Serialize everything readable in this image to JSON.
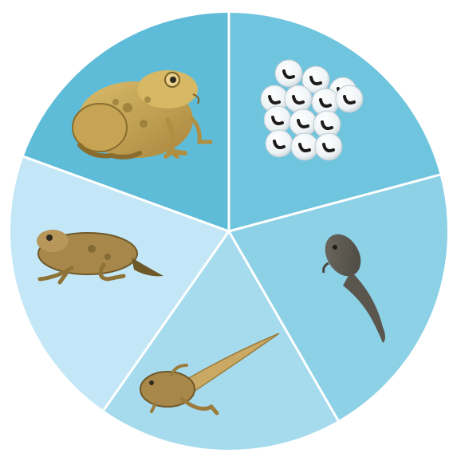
{
  "diagram": {
    "kind": "life-cycle-wheel",
    "segment_count": 5,
    "stages": [
      {
        "id": "adult-frog",
        "icon": "adult-frog-icon",
        "color": "#5ebcd8"
      },
      {
        "id": "frog-eggs",
        "icon": "frog-eggs-icon",
        "color": "#6fc5de"
      },
      {
        "id": "tadpole",
        "icon": "tadpole-icon",
        "color": "#8dd1e6"
      },
      {
        "id": "tadpole-with-legs",
        "icon": "tadpole-with-legs-icon",
        "color": "#a6dbee"
      },
      {
        "id": "froglet",
        "icon": "froglet-icon",
        "color": "#c3e7f6"
      }
    ],
    "divider_color": "#ffffff",
    "background_color": "#ffffff"
  }
}
